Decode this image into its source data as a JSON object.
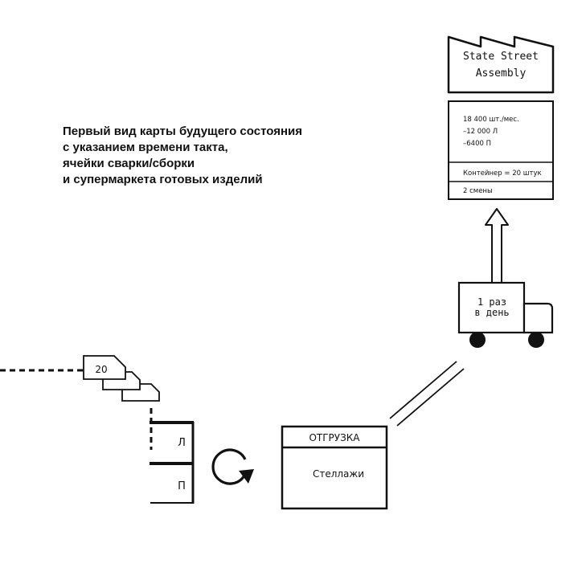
{
  "caption": {
    "lines": [
      "Первый вид карты будущего состояния",
      "с указанием времени такта,",
      "ячейки сварки/сборки",
      "и супермаркета готовых изделий"
    ]
  },
  "customer": {
    "name_line1": "State Street",
    "name_line2": "Assembly",
    "data_box": {
      "demand": "18 400 шт./мес.",
      "left": "–12 000 Л",
      "right": "–6400 П",
      "container": "Контейнер = 20 штук",
      "shifts": "2 смены"
    }
  },
  "truck": {
    "line1": "1 раз",
    "line2": "в день"
  },
  "kanban": {
    "quantity": "20"
  },
  "supermarket": {
    "left_label": "Л",
    "right_label": "П"
  },
  "shipping": {
    "title": "ОТГРУЗКА",
    "body": "Стеллажи"
  }
}
